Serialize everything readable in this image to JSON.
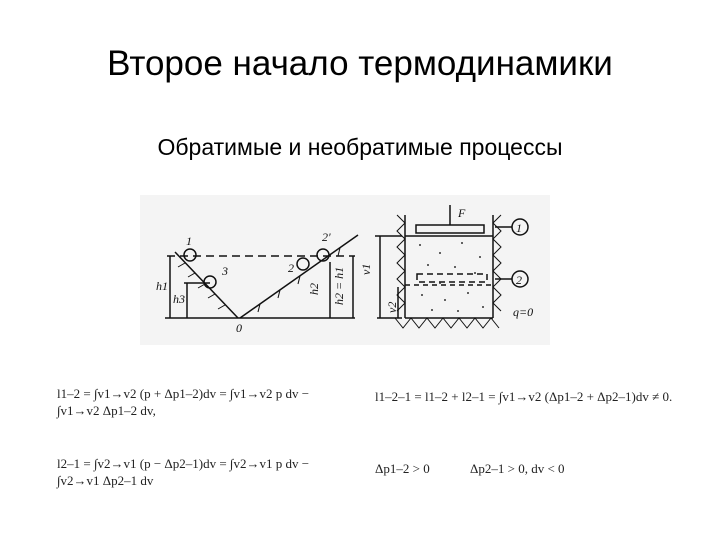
{
  "slide": {
    "title": "Второе начало термодинамики",
    "subtitle": "Обратимые и необратимые процессы"
  },
  "diagram": {
    "labels": {
      "p1": "1",
      "p2": "2",
      "p2prime": "2'",
      "p3": "3",
      "origin": "0",
      "h1": "h1",
      "h3": "h3",
      "h2": "h2",
      "h2h1": "h2 = h1",
      "force": "F",
      "state1": "1",
      "state2": "2",
      "v1": "v1",
      "v2": "v2",
      "q": "q=0"
    }
  },
  "formulas": {
    "f1": "l1–2 = ∫v1→v2 (p + Δp1–2)dv = ∫v1→v2 p dv − ∫v1→v2 Δp1–2 dv,",
    "f2": "l1–2–1 = l1–2 + l2–1 = ∫v1→v2 (Δp1–2 + Δp2–1)dv ≠ 0.",
    "f3": "l2–1 = ∫v2→v1 (p − Δp2–1)dv = ∫v2→v1 p dv − ∫v2→v1 Δp2–1 dv",
    "f4": "Δp1–2 > 0",
    "f5": "Δp2–1 > 0,   dv < 0"
  }
}
